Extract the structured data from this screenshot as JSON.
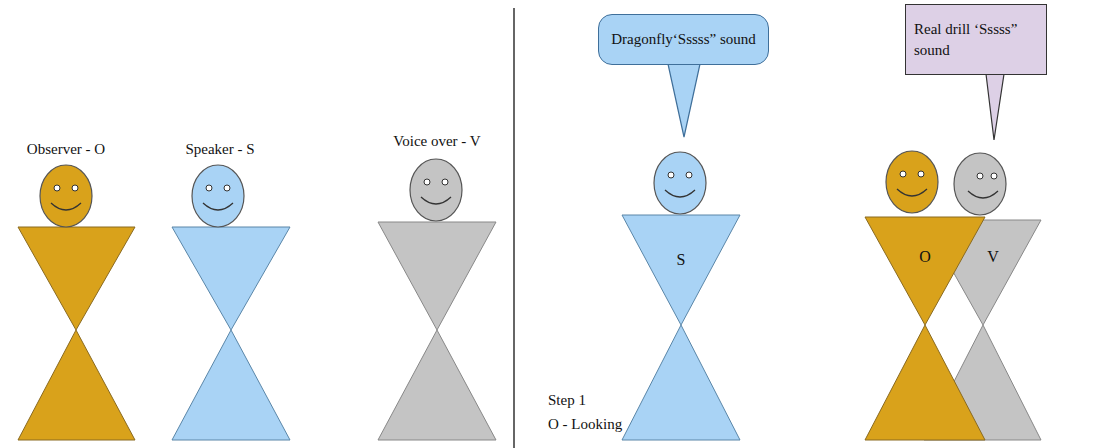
{
  "diagram": {
    "nodes": [
      {
        "text": [
          "Dragonfly‘Sssss” sound"
        ]
      },
      {
        "text": [
          "S"
        ]
      },
      {
        "text": [
          "Real drill ‘Sssss” sound"
        ]
      },
      {
        "text": [
          "O"
        ]
      },
      {
        "text": [
          "V"
        ]
      }
    ],
    "labels": [
      "Observer - O",
      "Speaker - S",
      "Voice over - V",
      "Step 1",
      "O - Looking"
    ]
  }
}
